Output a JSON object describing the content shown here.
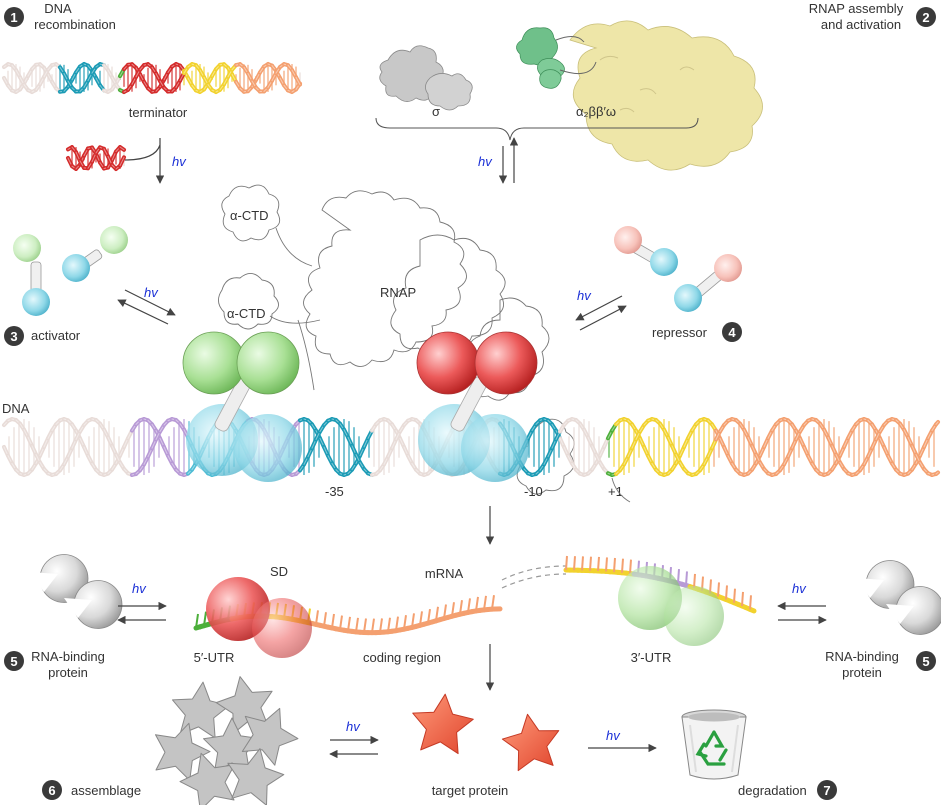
{
  "steps": {
    "s1": {
      "number": "1",
      "label_line1": "DNA",
      "label_line2": "recombination"
    },
    "s2": {
      "number": "2",
      "label_line1": "RNAP assembly",
      "label_line2": "and activation"
    },
    "s3": {
      "number": "3",
      "label": "activator"
    },
    "s4": {
      "number": "4",
      "label": "repressor"
    },
    "s5a": {
      "number": "5",
      "label_line1": "RNA-binding",
      "label_line2": "protein"
    },
    "s5b": {
      "number": "5",
      "label_line1": "RNA-binding",
      "label_line2": "protein"
    },
    "s6": {
      "number": "6",
      "label": "assemblage"
    },
    "s7": {
      "number": "7",
      "label": "degradation"
    }
  },
  "labels": {
    "terminator": "terminator",
    "sigma": "σ",
    "core": "α₂ββ′ω",
    "alpha_ctd_1": "α-CTD",
    "alpha_ctd_2": "α-CTD",
    "rnap": "RNAP",
    "dna": "DNA",
    "minus35": "-35",
    "minus10": "-10",
    "plus1": "+1",
    "sd": "SD",
    "mrna": "mRNA",
    "utr5": "5′-UTR",
    "coding": "coding region",
    "utr3": "3′-UTR",
    "target": "target protein"
  },
  "light": {
    "symbol": "hv"
  },
  "colors": {
    "dna_plain": "#e8dcd8",
    "dna_purple": "#b89ad6",
    "dna_teal": "#1b9bb5",
    "dna_red": "#d42b2b",
    "dna_yellow": "#f2d22e",
    "dna_orange": "#f4a070",
    "dna_green": "#4caf3a",
    "green_ball": "#b8e6a8",
    "red_ball": "#f07070",
    "cyan_ball": "#8fd8e8",
    "pink_ball": "#f8c6c0",
    "star_red": "#f2604a",
    "star_grey": "#c4c4c4",
    "rnap_core": "#eee6a8",
    "rnap_domain": "#6fc08a"
  },
  "icons": {
    "recycle": "recycle-icon",
    "trash": "trash-bin-icon"
  }
}
